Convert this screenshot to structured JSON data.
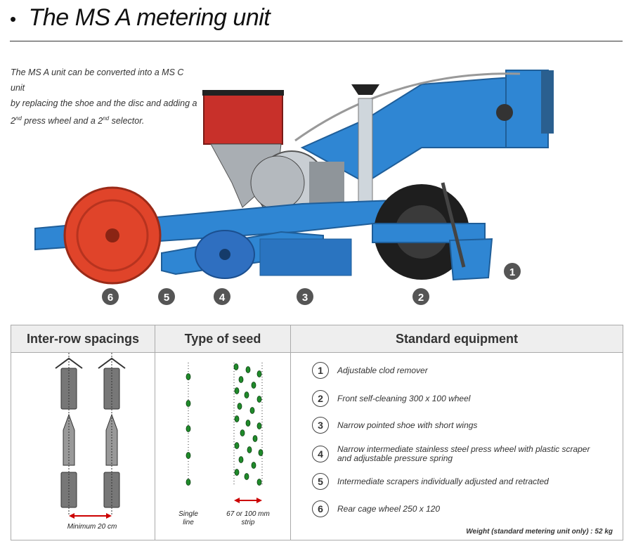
{
  "header": {
    "bullet": "•",
    "title": "The MS A metering unit"
  },
  "intro": {
    "line1": "The MS A unit can be converted into a MS C unit",
    "line2": "by replacing the shoe and the disc and adding a",
    "line3a": "2",
    "line3sup": "nd",
    "line3b": " press wheel and a 2",
    "line3sup2": "nd",
    "line3c": " selector."
  },
  "figure": {
    "parts": [
      "6",
      "5",
      "4",
      "3",
      "2",
      "1"
    ],
    "colors": {
      "frame": "#2f86d3",
      "hopper": "#c8302a",
      "cage_wheel": "#e0442a",
      "badge": "#555555"
    }
  },
  "table": {
    "headers": {
      "spacings": "Inter-row spacings",
      "seed": "Type of seed",
      "equipment": "Standard equipment"
    },
    "spacing_caption": "Minimum 20 cm",
    "seed_captions": {
      "single_1": "Single",
      "single_2": "line",
      "strip_1": "67 or 100 mm",
      "strip_2": "strip"
    },
    "equipment": [
      {
        "num": "1",
        "text": "Adjustable clod remover"
      },
      {
        "num": "2",
        "text": "Front self-cleaning 300 x 100 wheel"
      },
      {
        "num": "3",
        "text": "Narrow pointed shoe with short wings"
      },
      {
        "num": "4",
        "text": "Narrow intermediate stainless steel press wheel with plastic scraper and adjustable pressure spring"
      },
      {
        "num": "5",
        "text": "Intermediate scrapers individually adjusted and retracted"
      },
      {
        "num": "6",
        "text": "Rear cage wheel 250 x 120"
      }
    ],
    "weight": "Weight (standard metering unit only) : 52 kg"
  }
}
